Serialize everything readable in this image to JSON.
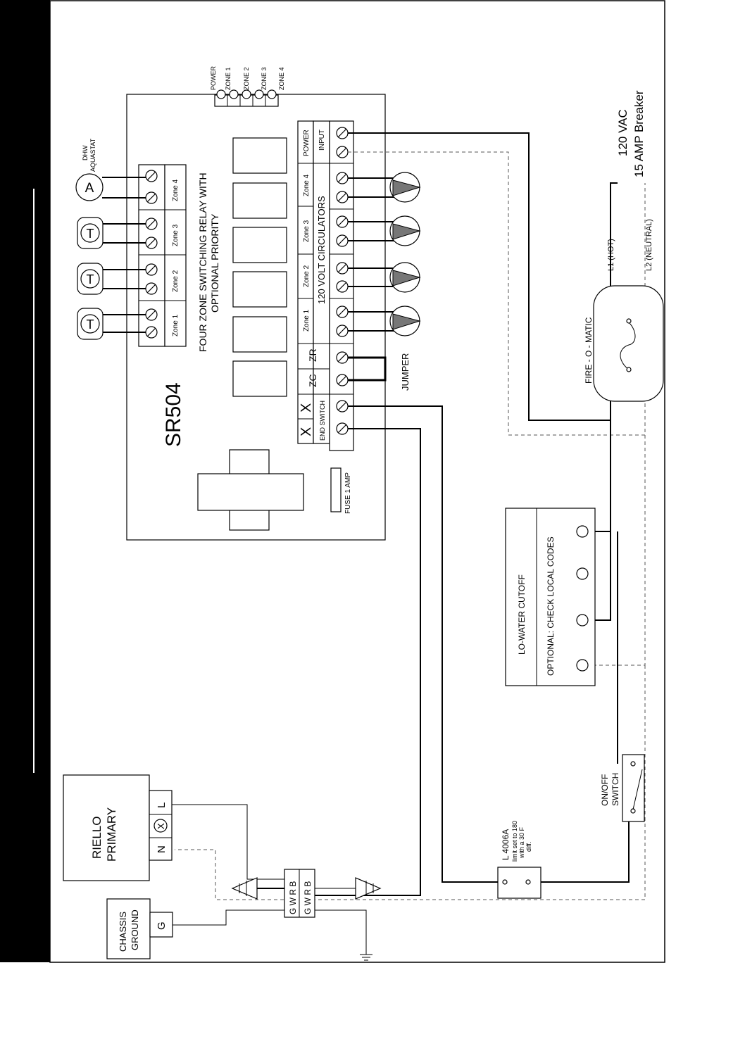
{
  "controller": {
    "model": "SR504",
    "title_line1": "FOUR ZONE SWITCHING RELAY WITH",
    "title_line2": "OPTIONAL PRIORITY",
    "fuse": "FUSE 1 AMP",
    "circulators_label": "120 VOLT CIRCULATORS",
    "end_switch": "END SWITCH",
    "x_mark": "X",
    "zc": "ZC",
    "zr": "ZR",
    "jumper": "JUMPER",
    "power": "POWER",
    "input": "INPUT",
    "zone1": "Zone 1",
    "zone2": "Zone 2",
    "zone3": "Zone 3",
    "zone4": "Zone 4"
  },
  "leds": [
    "POWER",
    "ZONE 1",
    "ZONE 2",
    "ZONE 3",
    "ZONE 4"
  ],
  "thermostat": {
    "symbol": "T"
  },
  "aquastat": {
    "symbol": "A",
    "line1": "DHW",
    "line2": "AQUASTAT"
  },
  "supply": {
    "voltage": "120 VAC",
    "breaker": "15 AMP Breaker",
    "l1": "L1 (HOT)",
    "l2": "L2 (NEUTRAL)",
    "fire_o_matic": "FIRE - O - MATIC"
  },
  "lwco": {
    "title": "LO-WATER CUTOFF",
    "note": "OPTIONAL: CHECK LOCAL CODES"
  },
  "switch": {
    "line1": "ON/OFF",
    "line2": "SWITCH"
  },
  "limit": {
    "model": "L 4006A",
    "line2": "limit set to 180",
    "line3": "with a 30 F",
    "line4": "diff."
  },
  "riello": {
    "line1": "RIELLO",
    "line2": "PRIMARY",
    "n": "N",
    "x": "X",
    "l": "L"
  },
  "chassis": {
    "line1": "CHASSIS",
    "line2": "GROUND",
    "g": "G"
  },
  "connector": {
    "row1": "G W R B",
    "row2": "G W R B"
  }
}
